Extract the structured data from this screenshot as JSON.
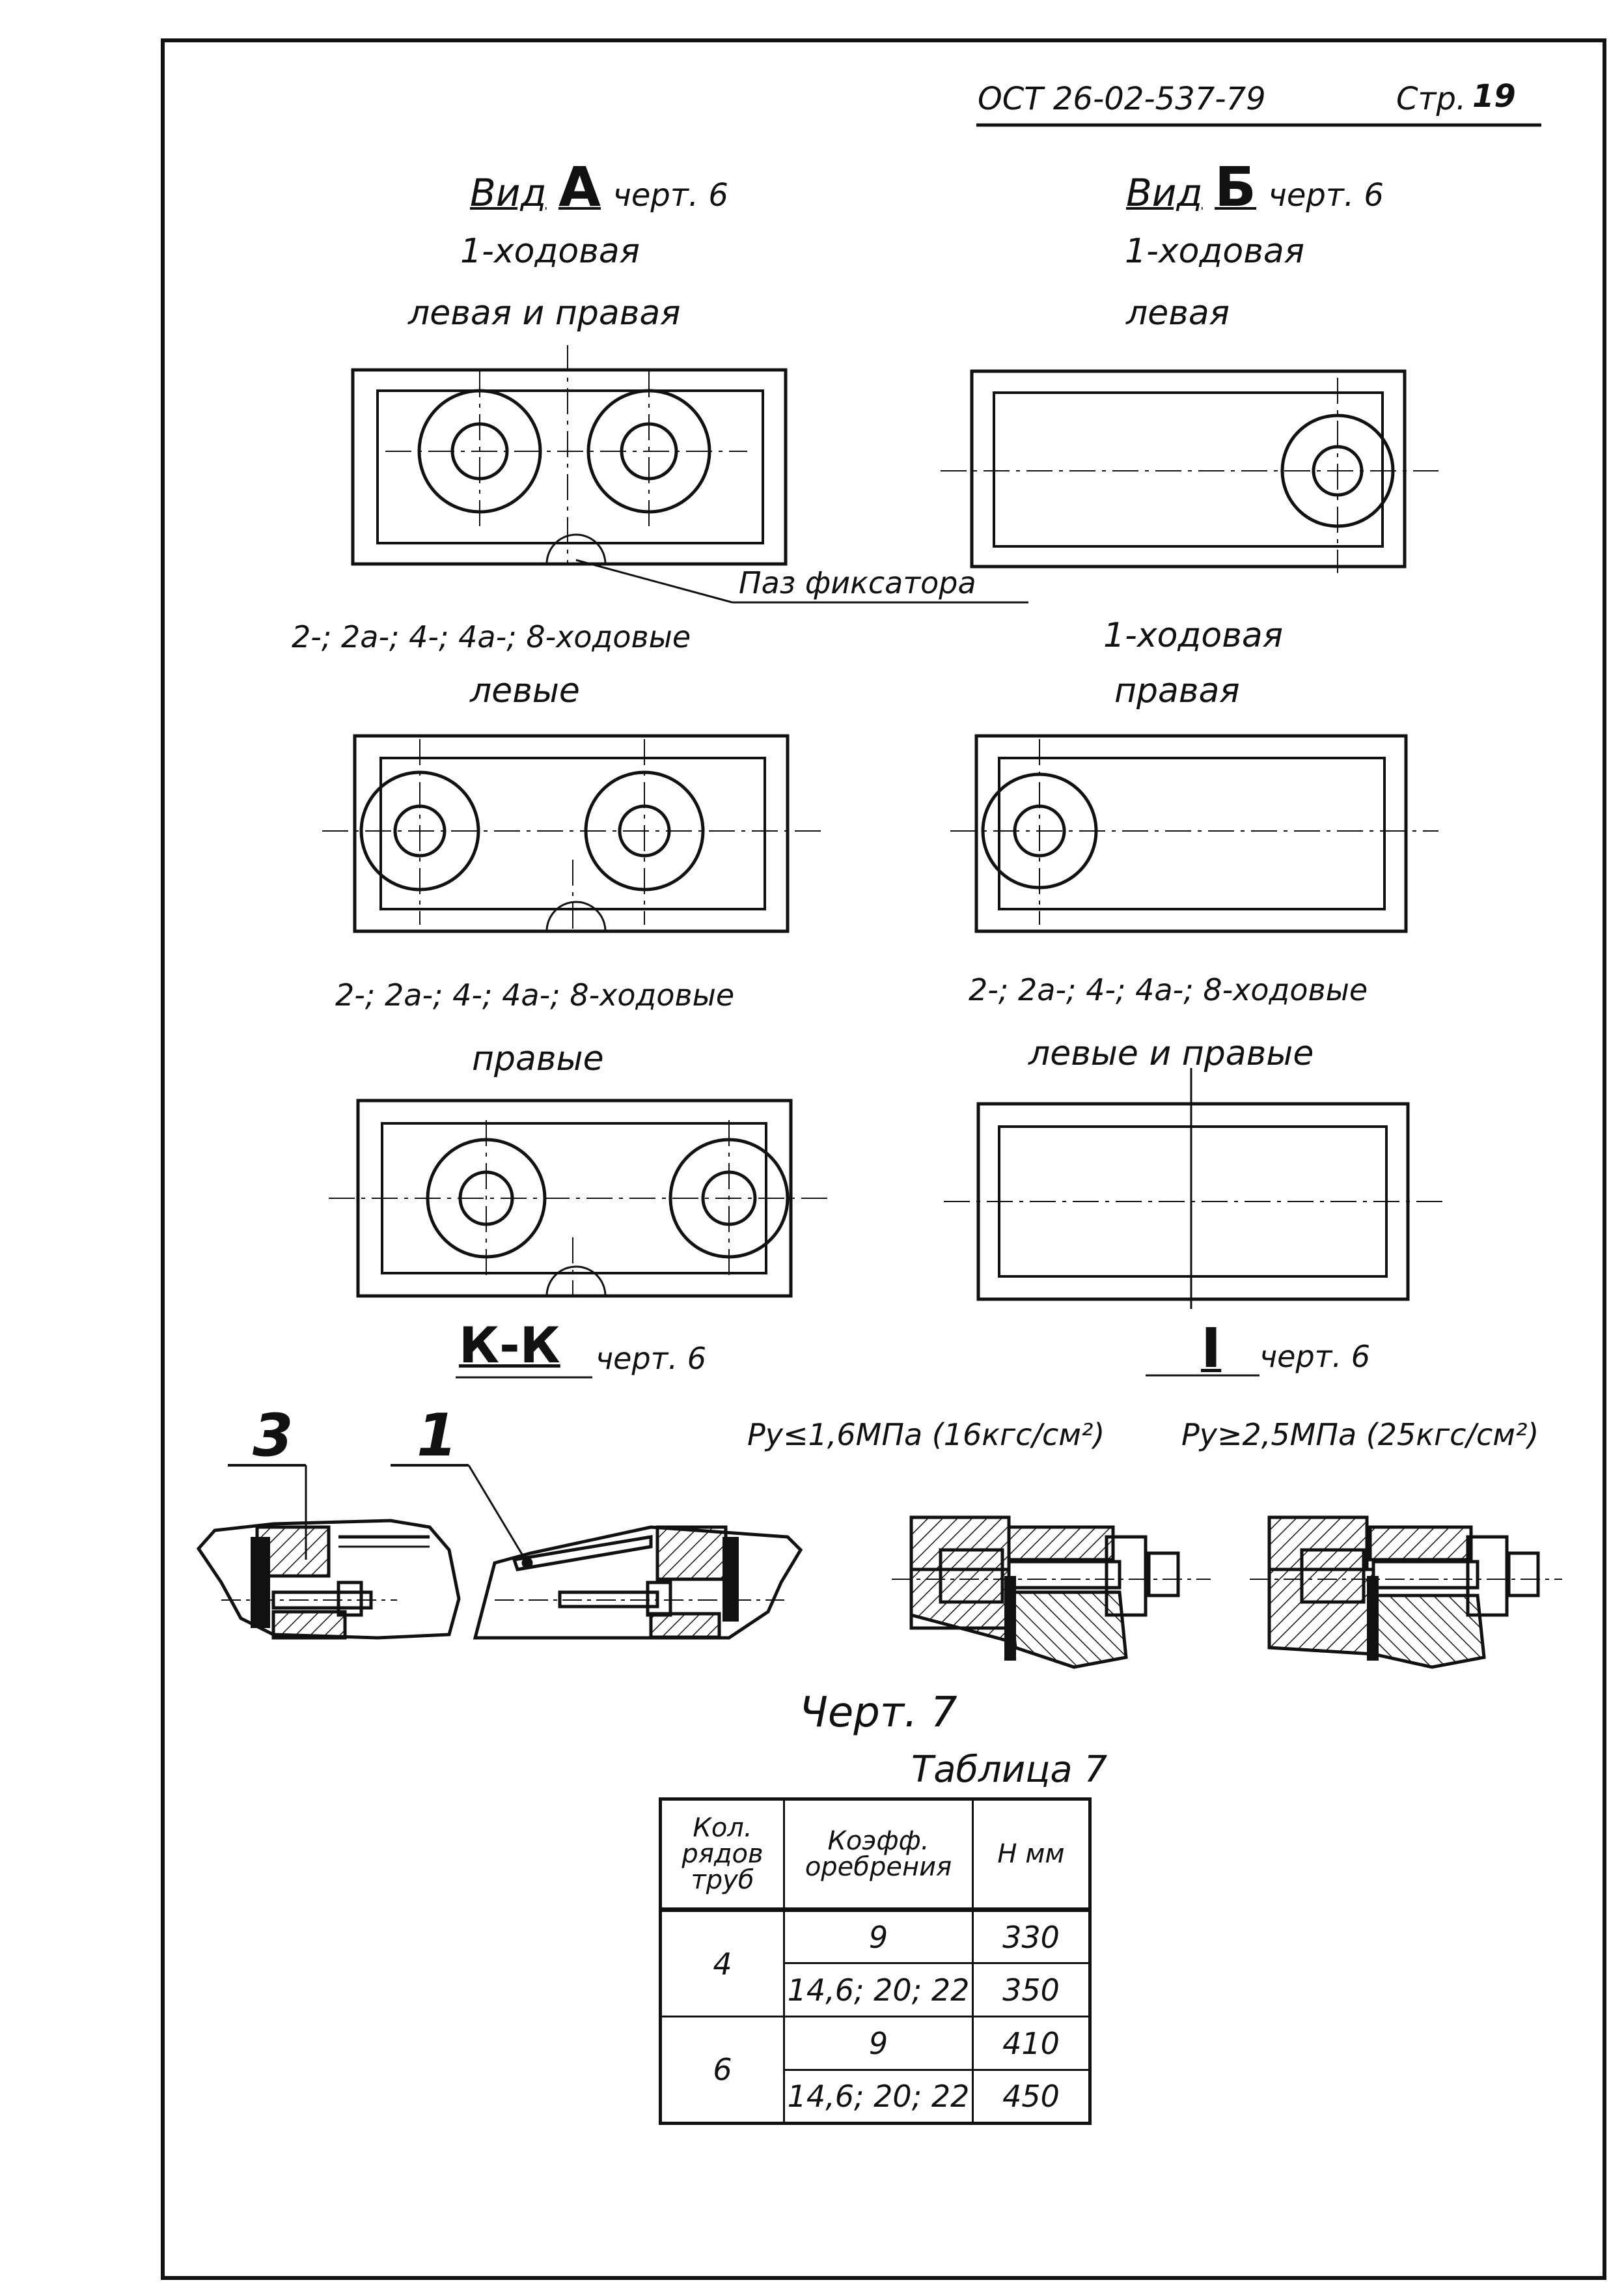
{
  "header": {
    "doc_code": "ОСТ 26-02-537-79",
    "page_label": "Стр.",
    "page_number": "19"
  },
  "view_a": {
    "prefix": "Вид",
    "letter": "А",
    "ref": "черт. 6"
  },
  "view_b": {
    "prefix": "Вид",
    "letter": "Б",
    "ref": "черт. 6"
  },
  "labels": {
    "a1_line1": "1-ходовая",
    "a1_line2": "левая и правая",
    "b1_line1": "1-ходовая",
    "b1_line2": "левая",
    "fixator": "Паз фиксатора",
    "a2_line1": "2-; 2а-; 4-; 4а-; 8-ходовые",
    "a2_line2": "левые",
    "b2_line1": "1-ходовая",
    "b2_line2": "правая",
    "a3_line1": "2-; 2а-; 4-; 4а-; 8-ходовые",
    "a3_line2": "правые",
    "b3_line1": "2-; 2а-; 4-; 4а-; 8-ходовые",
    "b3_line2": "левые и правые"
  },
  "section_kk": {
    "label": "К-К",
    "ref": "черт. 6",
    "callout_3": "3",
    "callout_1": "1"
  },
  "detail_i": {
    "label": "I",
    "ref": "черт. 6",
    "cond_low": "Py≤1,6МПа (16кгс/см²)",
    "cond_high": "Py≥2,5МПа (25кгс/см²)"
  },
  "figure_caption": "Черт. 7",
  "table": {
    "title": "Таблица 7",
    "headers": [
      "Кол. рядов труб",
      "Коэфф. оребрения",
      "Н мм"
    ],
    "rows": [
      {
        "rows_count": "4",
        "coef": "9",
        "h": "330"
      },
      {
        "rows_count": "",
        "coef": "14,6; 20; 22",
        "h": "350"
      },
      {
        "rows_count": "6",
        "coef": "9",
        "h": "410"
      },
      {
        "rows_count": "",
        "coef": "14,6; 20; 22",
        "h": "450"
      }
    ]
  }
}
